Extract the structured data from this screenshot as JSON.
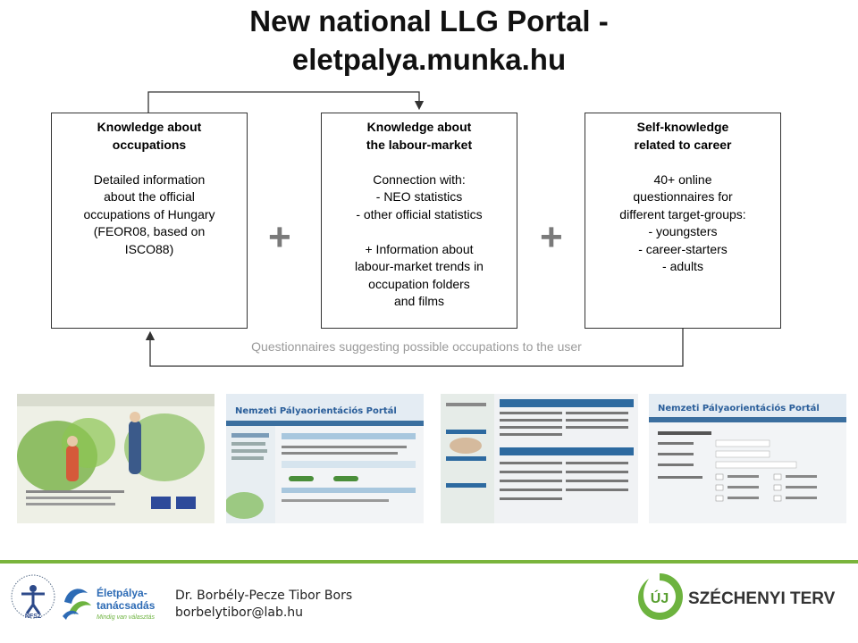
{
  "title_line1": "New national LLG Portal -",
  "title_line2": "eletpalya.munka.hu",
  "boxes": [
    {
      "heading": [
        "Knowledge about",
        "occupations"
      ],
      "body": [
        "Detailed information",
        "about the official",
        "occupations of Hungary",
        "(FEOR08, based on",
        "ISCO88)"
      ]
    },
    {
      "heading": [
        "Knowledge about",
        "the labour-market"
      ],
      "body": [
        "Connection with:",
        "- NEO statistics",
        "- other official statistics",
        "",
        "+ Information about",
        "labour-market trends in",
        "occupation folders",
        "and films"
      ]
    },
    {
      "heading": [
        "Self-knowledge",
        "related to career"
      ],
      "body": [
        "40+ online",
        "questionnaires for",
        "different target-groups:",
        "- youngsters",
        "- career-starters",
        "- adults"
      ]
    }
  ],
  "plus_sign": "+",
  "feedback_label": "Questionnaires suggesting possible occupations to the user",
  "screenshots": {
    "shot2_banner": "Nemzeti Pályaorientációs Portál",
    "shot4_banner": "Nemzeti Pályaorientációs Portál"
  },
  "footer": {
    "author_name": "Dr. Borbély-Pecze Tibor Bors",
    "author_email": "borbelytibor@lab.hu",
    "logo_nfsz": "NFSZ",
    "logo_elet_line1": "Életpálya-",
    "logo_elet_line2": "tanácsadás",
    "logo_elet_tagline": "Mindig van választás",
    "logo_szech_uj": "ÚJ",
    "logo_szech_text": "SZÉCHENYI TERV"
  },
  "colors": {
    "accent_green": "#7ab43c",
    "plus_gray": "#7a7a7a",
    "feedback_gray": "#9a9a9a"
  }
}
